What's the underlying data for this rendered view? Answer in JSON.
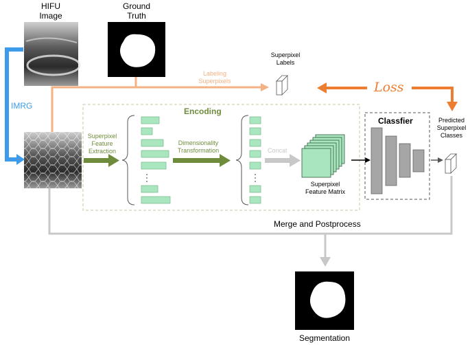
{
  "images": {
    "hifu": {
      "line1": "HIFU",
      "line2": "Image"
    },
    "ground_truth": {
      "line1": "Ground",
      "line2": "Truth"
    },
    "segmentation": "Segmentation"
  },
  "labels": {
    "imrg": "IMRG",
    "labeling_line1": "Labeling",
    "labeling_line2": "Superpixels",
    "superpixel_labels_line1": "Superpixel",
    "superpixel_labels_line2": "Labels",
    "loss": "Loss",
    "encoding": "Encoding",
    "feature_extraction_line1": "Superpixel",
    "feature_extraction_line2": "Feature",
    "feature_extraction_line3": "Extraction",
    "dim_transform_line1": "Dimensionality",
    "dim_transform_line2": "Transformation",
    "concat": "Concat",
    "feature_matrix_line1": "Superpixel",
    "feature_matrix_line2": "Feature Matrix",
    "classifier": "Classfier",
    "predicted_line1": "Predicted",
    "predicted_line2": "Superpixel",
    "predicted_line3": "Classes",
    "merge": "Merge and Postprocess"
  },
  "colors": {
    "blue": "#3d9be9",
    "peach": "#f4b183",
    "orange": "#ed7d31",
    "green_dark": "#6f8c3c",
    "green_fill": "#a9e6c0",
    "green_stroke": "#7fbf8f",
    "gray_arrow": "#c8c8c8",
    "gray_bar": "#a6a6a6",
    "encoding_border": "#c9c7a0"
  }
}
